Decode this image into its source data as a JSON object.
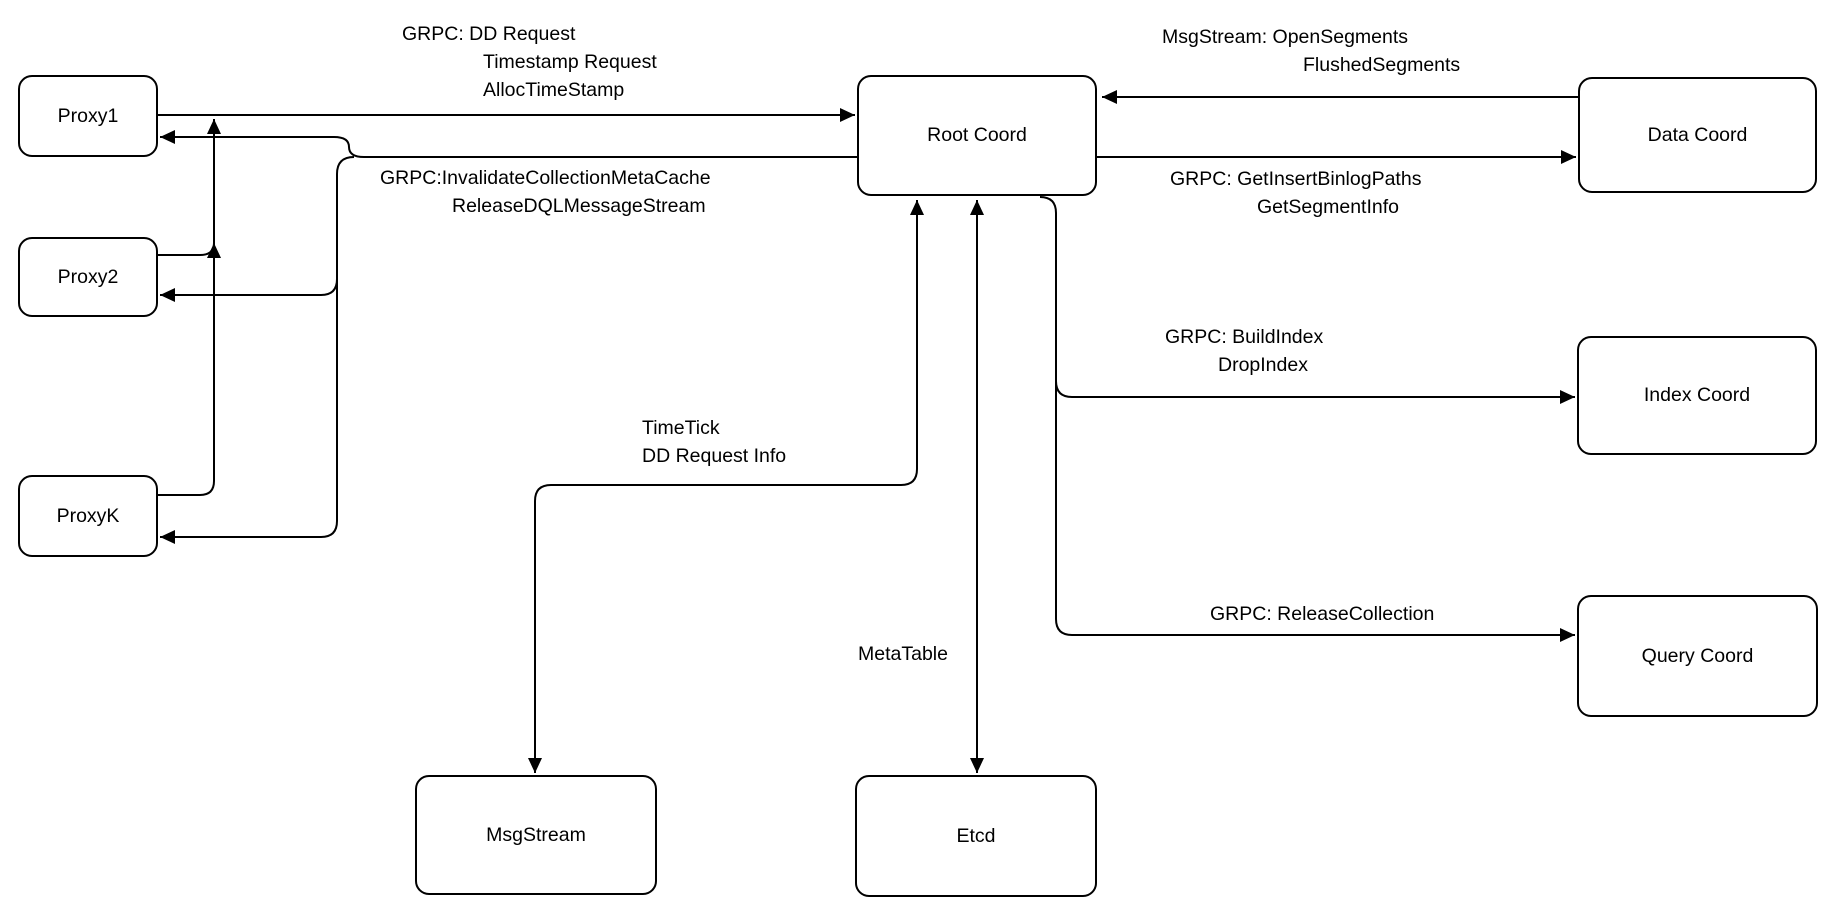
{
  "diagram": {
    "type": "architecture-diagram",
    "background_color": "#ffffff",
    "stroke_color": "#000000",
    "text_color": "#000000",
    "nodes": {
      "proxy1": {
        "label": "Proxy1"
      },
      "proxy2": {
        "label": "Proxy2"
      },
      "proxyk": {
        "label": "ProxyK"
      },
      "root_coord": {
        "label": "Root Coord"
      },
      "data_coord": {
        "label": "Data Coord"
      },
      "index_coord": {
        "label": "Index Coord"
      },
      "query_coord": {
        "label": "Query Coord"
      },
      "msgstream": {
        "label": "MsgStream"
      },
      "etcd": {
        "label": "Etcd"
      }
    },
    "edges": {
      "proxies_to_rootcoord": {
        "from": "proxy1",
        "to": "root_coord",
        "label_lines": [
          "GRPC: DD Request",
          "Timestamp Request",
          "AllocTimeStamp"
        ]
      },
      "rootcoord_to_proxies": {
        "from": "root_coord",
        "to": "proxy1",
        "label_lines": [
          "GRPC:InvalidateCollectionMetaCache",
          "ReleaseDQLMessageStream"
        ]
      },
      "datacoord_to_rootcoord": {
        "from": "data_coord",
        "to": "root_coord",
        "label_lines": [
          "MsgStream: OpenSegments",
          "FlushedSegments"
        ]
      },
      "rootcoord_to_datacoord": {
        "from": "root_coord",
        "to": "data_coord",
        "label_lines": [
          "GRPC: GetInsertBinlogPaths",
          "GetSegmentInfo"
        ]
      },
      "rootcoord_to_indexcoord": {
        "from": "root_coord",
        "to": "index_coord",
        "label_lines": [
          "GRPC: BuildIndex",
          "DropIndex"
        ]
      },
      "rootcoord_to_querycoord": {
        "from": "root_coord",
        "to": "query_coord",
        "label_lines": [
          "GRPC: ReleaseCollection"
        ]
      },
      "rootcoord_msgstream": {
        "from": "root_coord",
        "to": "msgstream",
        "bidirectional": true,
        "label_lines": [
          "TimeTick",
          "DD Request Info"
        ]
      },
      "rootcoord_etcd": {
        "from": "root_coord",
        "to": "etcd",
        "bidirectional": true,
        "label_lines": [
          "MetaTable"
        ]
      }
    }
  }
}
